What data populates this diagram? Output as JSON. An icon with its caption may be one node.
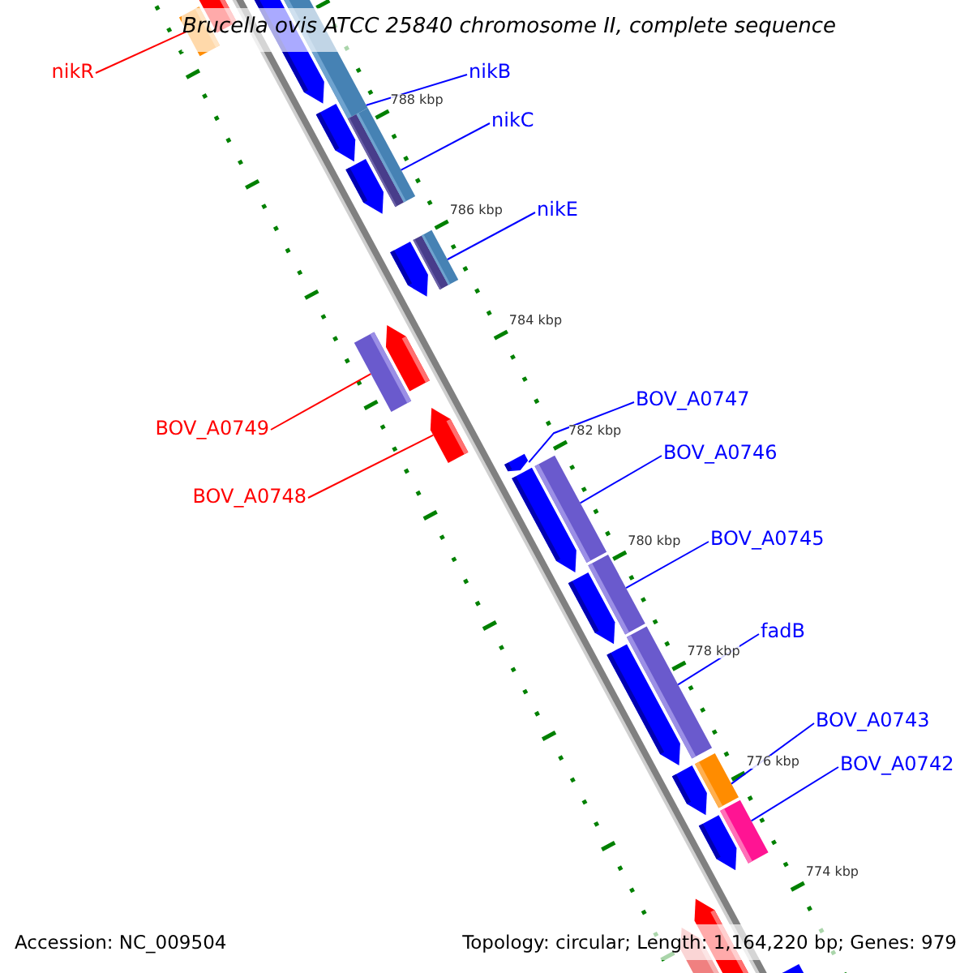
{
  "diagram": {
    "title": "Brucella ovis ATCC 25840 chromosome II, complete sequence",
    "nodes": [
      {
        "text": [
          "nikR"
        ]
      },
      {
        "text": [
          "nikB"
        ]
      },
      {
        "text": [
          "nikC"
        ]
      },
      {
        "text": [
          "nikE"
        ]
      },
      {
        "text": [
          "BOV_A0747"
        ]
      },
      {
        "text": [
          "BOV_A0749"
        ]
      },
      {
        "text": [
          "BOV_A0746"
        ]
      },
      {
        "text": [
          "BOV_A0748"
        ]
      },
      {
        "text": [
          "BOV_A0745"
        ]
      },
      {
        "text": [
          "fadB"
        ]
      },
      {
        "text": [
          "BOV_A0743"
        ]
      },
      {
        "text": [
          "BOV_A0742"
        ]
      },
      {
        "text": [],
        "shape": "bar"
      },
      {
        "text": [],
        "shape": "bar"
      },
      {
        "text": [],
        "shape": "bar"
      },
      {
        "text": [],
        "shape": "bar"
      },
      {
        "text": [],
        "shape": "bar"
      },
      {
        "text": [],
        "shape": "arrow"
      },
      {
        "text": [],
        "shape": "arrow"
      },
      {
        "text": [],
        "shape": "bar"
      },
      {
        "text": [],
        "shape": "bar"
      },
      {
        "text": [],
        "shape": "bar"
      },
      {
        "text": [],
        "shape": "bar"
      },
      {
        "text": [],
        "shape": "bar"
      }
    ],
    "edges": [
      {
        "from": 0,
        "to": 12,
        "arrow": "none",
        "color": "#ff0000"
      },
      {
        "from": 1,
        "to": 13,
        "arrow": "none"
      },
      {
        "from": 2,
        "to": 14,
        "arrow": "none"
      },
      {
        "from": 3,
        "to": 15,
        "arrow": "none"
      },
      {
        "from": 4,
        "to": 18,
        "arrow": "none"
      },
      {
        "from": 5,
        "to": 16,
        "arrow": "none",
        "color": "#ff0000"
      },
      {
        "from": 6,
        "to": 19,
        "arrow": "none"
      },
      {
        "from": 7,
        "to": 17,
        "arrow": "none",
        "color": "#ff0000"
      },
      {
        "from": 8,
        "to": 20,
        "arrow": "none"
      },
      {
        "from": 9,
        "to": 21,
        "arrow": "none"
      },
      {
        "from": 10,
        "to": 22,
        "arrow": "none"
      },
      {
        "from": 11,
        "to": 23,
        "arrow": "none"
      }
    ],
    "labels": [
      "788 kbp",
      "786 kbp",
      "784 kbp",
      "782 kbp",
      "780 kbp",
      "778 kbp",
      "776 kbp",
      "774 kbp",
      "Accession: NC_009504",
      "Topology: circular; Length: 1,164,220 bp; Genes: 979"
    ]
  }
}
